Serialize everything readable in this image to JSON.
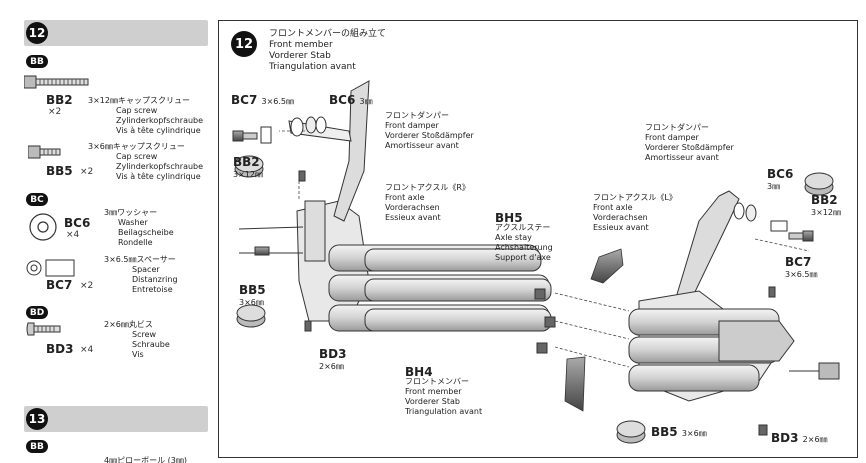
{
  "sidebar": {
    "step12": {
      "number": "12"
    },
    "bb_group": {
      "tag": "BB"
    },
    "bb2": {
      "code": "BB2",
      "qty": "×2",
      "jp": "3×12㎜キャップスクリュー",
      "en": "Cap screw",
      "de": "Zylinderkopfschraube",
      "fr": "Vis à tête cylindrique"
    },
    "bb5": {
      "code": "BB5",
      "qty": "×2",
      "jp": "3×6㎜キャップスクリュー",
      "en": "Cap screw",
      "de": "Zylinderkopfschraube",
      "fr": "Vis à tête cylindrique"
    },
    "bc_group": {
      "tag": "BC"
    },
    "bc6": {
      "code": "BC6",
      "qty": "×4",
      "jp": "3㎜ワッシャー",
      "en": "Washer",
      "de": "Beilagscheibe",
      "fr": "Rondelle"
    },
    "bc7": {
      "code": "BC7",
      "qty": "×2",
      "jp": "3×6.5㎜スペーサー",
      "en": "Spacer",
      "de": "Distanzring",
      "fr": "Entretoise"
    },
    "bd_group": {
      "tag": "BD"
    },
    "bd3": {
      "code": "BD3",
      "qty": "×4",
      "jp": "2×6㎜丸ビス",
      "en": "Screw",
      "de": "Schraube",
      "fr": "Vis"
    },
    "step13": {
      "number": "13"
    },
    "bb_group2": {
      "tag": "BB",
      "partial": "4㎜ピローボール (3㎜)"
    }
  },
  "main": {
    "step_number": "12",
    "title_jp": "フロントメンバーの組み立て",
    "title_en": "Front member",
    "title_de": "Vorderer Stab",
    "title_fr": "Triangulation avant",
    "labels": {
      "bc7_left": {
        "code": "BC7",
        "dim": "3×6.5㎜"
      },
      "bc6_left": {
        "code": "BC6",
        "dim": "3㎜"
      },
      "bb2_left": {
        "code": "BB2",
        "dim": "3×12㎜"
      },
      "bb5_left": {
        "code": "BB5",
        "dim": "3×6㎜"
      },
      "bd3_left": {
        "code": "BD3",
        "dim": "2×6㎜"
      },
      "front_damper_r": {
        "jp": "フロントダンパー",
        "en": "Front damper",
        "de": "Vorderer Stoßdämpfer",
        "fr": "Amortisseur avant"
      },
      "front_axle_r": {
        "jp": "フロントアクスル《R》",
        "en": "Front axle",
        "de": "Vorderachsen",
        "fr": "Essieux avant"
      },
      "bh5": {
        "code": "BH5",
        "jp": "アクスルステー",
        "en": "Axle stay",
        "de": "Achshalterung",
        "fr": "Support d'axe"
      },
      "bh4": {
        "code": "BH4",
        "jp": "フロントメンバー",
        "en": "Front member",
        "de": "Vorderer Stab",
        "fr": "Triangulation avant"
      },
      "front_damper_l": {
        "jp": "フロントダンパー",
        "en": "Front damper",
        "de": "Vorderer Stoßdämpfer",
        "fr": "Amortisseur avant"
      },
      "front_axle_l": {
        "jp": "フロントアクスル《L》",
        "en": "Front axle",
        "de": "Vorderachsen",
        "fr": "Essieux avant"
      },
      "bc6_right": {
        "code": "BC6",
        "dim": "3㎜"
      },
      "bb2_right": {
        "code": "BB2",
        "dim": "3×12㎜"
      },
      "bc7_right": {
        "code": "BC7",
        "dim": "3×6.5㎜"
      },
      "bb5_right": {
        "code": "BB5",
        "dim": "3×6㎜"
      },
      "bd3_right": {
        "code": "BD3",
        "dim": "2×6㎜"
      }
    }
  }
}
